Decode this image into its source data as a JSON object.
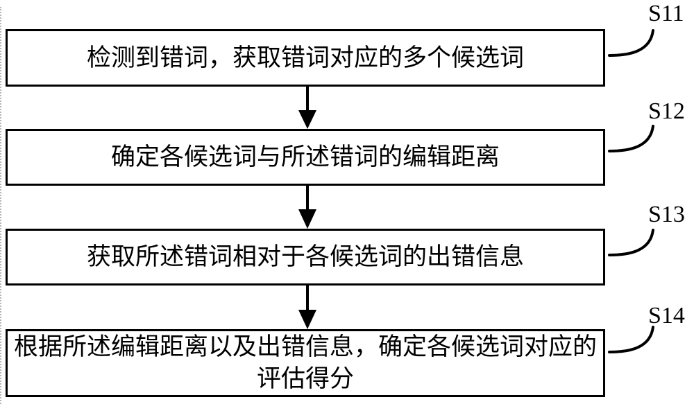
{
  "figure": {
    "type": "flowchart",
    "background_color": "#ffffff",
    "line_color": "#000000",
    "steps": [
      {
        "label": "S11",
        "text": "检测到错词，获取错词对应的多个候选词"
      },
      {
        "label": "S12",
        "text": "确定各候选词与所述错词的编辑距离"
      },
      {
        "label": "S13",
        "text": "获取所述错词相对于各候选词的出错信息"
      },
      {
        "label": "S14",
        "text": "根据所述编辑距离以及出错信息，确定各候选词对应的评估得分"
      }
    ]
  }
}
